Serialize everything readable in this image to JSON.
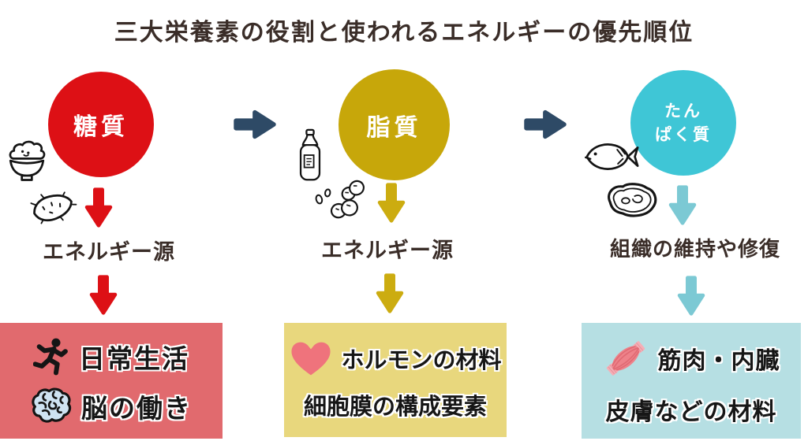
{
  "title": "三大栄養素の役割と使われるエネルギーの優先順位",
  "flow_arrow_color": "#2e4a66",
  "colors": {
    "background": "#ffffff",
    "title_text": "#3a2d28",
    "carb_red": "#dd1015",
    "fat_gold": "#c7a70a",
    "protein_cyan": "#3fc6d6",
    "carb_box": "#e16a6e",
    "fat_box": "#e8d77d",
    "protein_box": "#b6dfe3",
    "protein_arrow": "#7cc9d4",
    "heart_pink": "#ef737c",
    "muscle_pink": "#ee828a"
  },
  "columns": [
    {
      "nutrient": "糖質",
      "circle_color": "#dd1015",
      "arrow_color": "#dd1015",
      "food_icons": [
        "rice-bowl",
        "sweet-potato"
      ],
      "role": "エネルギー源",
      "box_color": "#e16a6e",
      "outcomes": [
        {
          "icon": "running-person",
          "label": "日常生活"
        },
        {
          "icon": "brain",
          "label": "脳の働き"
        }
      ]
    },
    {
      "nutrient": "脂質",
      "circle_color": "#c7a70a",
      "arrow_color": "#ccac10",
      "food_icons": [
        "oil-bottle",
        "peanuts"
      ],
      "role": "エネルギー源",
      "box_color": "#e8d77d",
      "outcomes": [
        {
          "icon": "heart",
          "label": "ホルモンの材料"
        },
        {
          "icon": "",
          "label": "細胞膜の構成要素"
        }
      ]
    },
    {
      "nutrient": "たんぱく質",
      "nutrient_lines": [
        "たん",
        "ぱく質"
      ],
      "circle_color": "#3fc6d6",
      "arrow_color": "#7cc9d4",
      "food_icons": [
        "fish",
        "meat"
      ],
      "role": "組織の維持や修復",
      "box_color": "#b6dfe3",
      "outcomes": [
        {
          "icon": "muscle",
          "label": "筋肉・内臓"
        },
        {
          "icon": "",
          "label": "皮膚などの材料"
        }
      ]
    }
  ]
}
